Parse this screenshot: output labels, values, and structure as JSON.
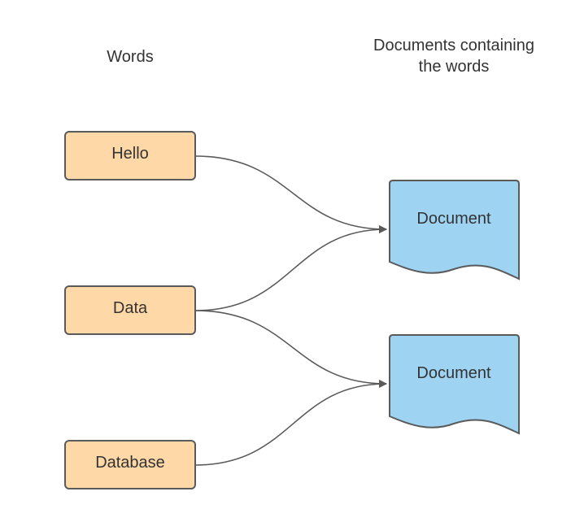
{
  "headings": {
    "words": "Words",
    "documents": "Documents containing\nthe words"
  },
  "words": [
    {
      "label": "Hello"
    },
    {
      "label": "Data"
    },
    {
      "label": "Database"
    }
  ],
  "documents": [
    {
      "label": "Document"
    },
    {
      "label": "Document"
    }
  ],
  "links": [
    {
      "from": "Hello",
      "to": 1
    },
    {
      "from": "Data",
      "to": 1
    },
    {
      "from": "Data",
      "to": 2
    },
    {
      "from": "Database",
      "to": 2
    }
  ],
  "colors": {
    "word_fill": "#FFD8A8",
    "word_stroke": "#5A5A5A",
    "doc_fill": "#9ED3F2",
    "doc_stroke": "#5A5A5A",
    "connector": "#5A5A5A",
    "text": "#333333"
  }
}
